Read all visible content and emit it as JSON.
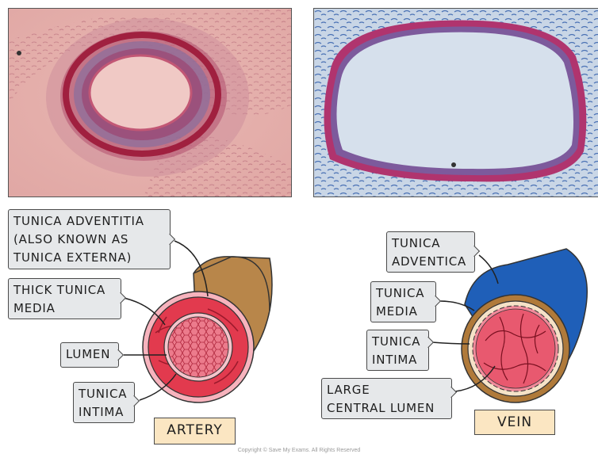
{
  "artery_labels": {
    "adventitia": [
      "TUNICA ADVENTITIA",
      "(ALSO KNOWN AS",
      "TUNICA EXTERNA)"
    ],
    "media": [
      "THICK TUNICA",
      "MEDIA"
    ],
    "lumen": [
      "LUMEN"
    ],
    "intima": [
      "TUNICA",
      "INTIMA"
    ]
  },
  "vein_labels": {
    "adventica": [
      "TUNICA",
      "ADVENTICA"
    ],
    "media": [
      "TUNICA",
      "MEDIA"
    ],
    "intima": [
      "TUNICA",
      "INTIMA"
    ],
    "lumen": [
      "LARGE",
      "CENTRAL LUMEN"
    ]
  },
  "artery_tag": "ARTERY",
  "vein_tag": "VEIN",
  "copyright": "Copyright © Save My Exams. All Rights Reserved",
  "colors": {
    "artery_adventitia": "#b8864a",
    "artery_media": "#e23a4e",
    "artery_lumen": "#f0a5b0",
    "vein_adventitia": "#1f5fb8",
    "vein_media": "#b07a3a",
    "vein_lumen": "#f08a9a",
    "label_bg": "#e6e8ea",
    "tag_bg": "#fbe6c2"
  }
}
